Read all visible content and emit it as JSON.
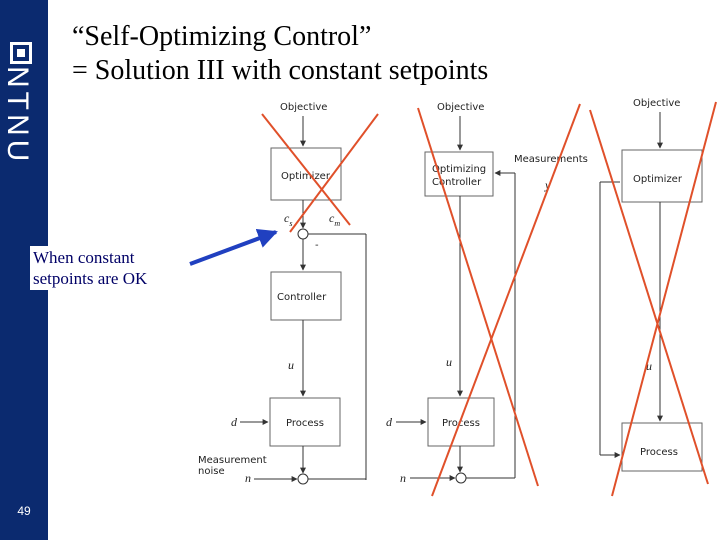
{
  "slide": {
    "title_line1": "“Self-Optimizing Control”",
    "title_line2": "= Solution III with constant setpoints",
    "note_line1": "When constant",
    "note_line2": "setpoints are OK",
    "page_number": "49",
    "logo_text": "NTNU"
  },
  "diagram1": {
    "objective": "Objective",
    "optimizer": "Optimizer",
    "cs": "c",
    "cs_sub": "s",
    "cm": "c",
    "cm_sub": "m",
    "minus": "-",
    "controller": "Controller",
    "u": "u",
    "d": "d",
    "process": "Process",
    "measurement_noise_1": "Measurement",
    "measurement_noise_2": "noise",
    "n": "n"
  },
  "diagram2": {
    "objective": "Objective",
    "optimizing_controller_1": "Optimizing",
    "optimizing_controller_2": "Controller",
    "measurements": "Measurements",
    "y": "y",
    "u": "u",
    "d": "d",
    "process": "Process",
    "n": "n"
  },
  "diagram3": {
    "objective": "Objective",
    "optimizer": "Optimizer",
    "u": "u",
    "process": "Process"
  },
  "colors": {
    "sidebar": "#0b2a6f",
    "cross": "#e0502a",
    "arrow": "#2040c0",
    "note_text": "#000066"
  }
}
